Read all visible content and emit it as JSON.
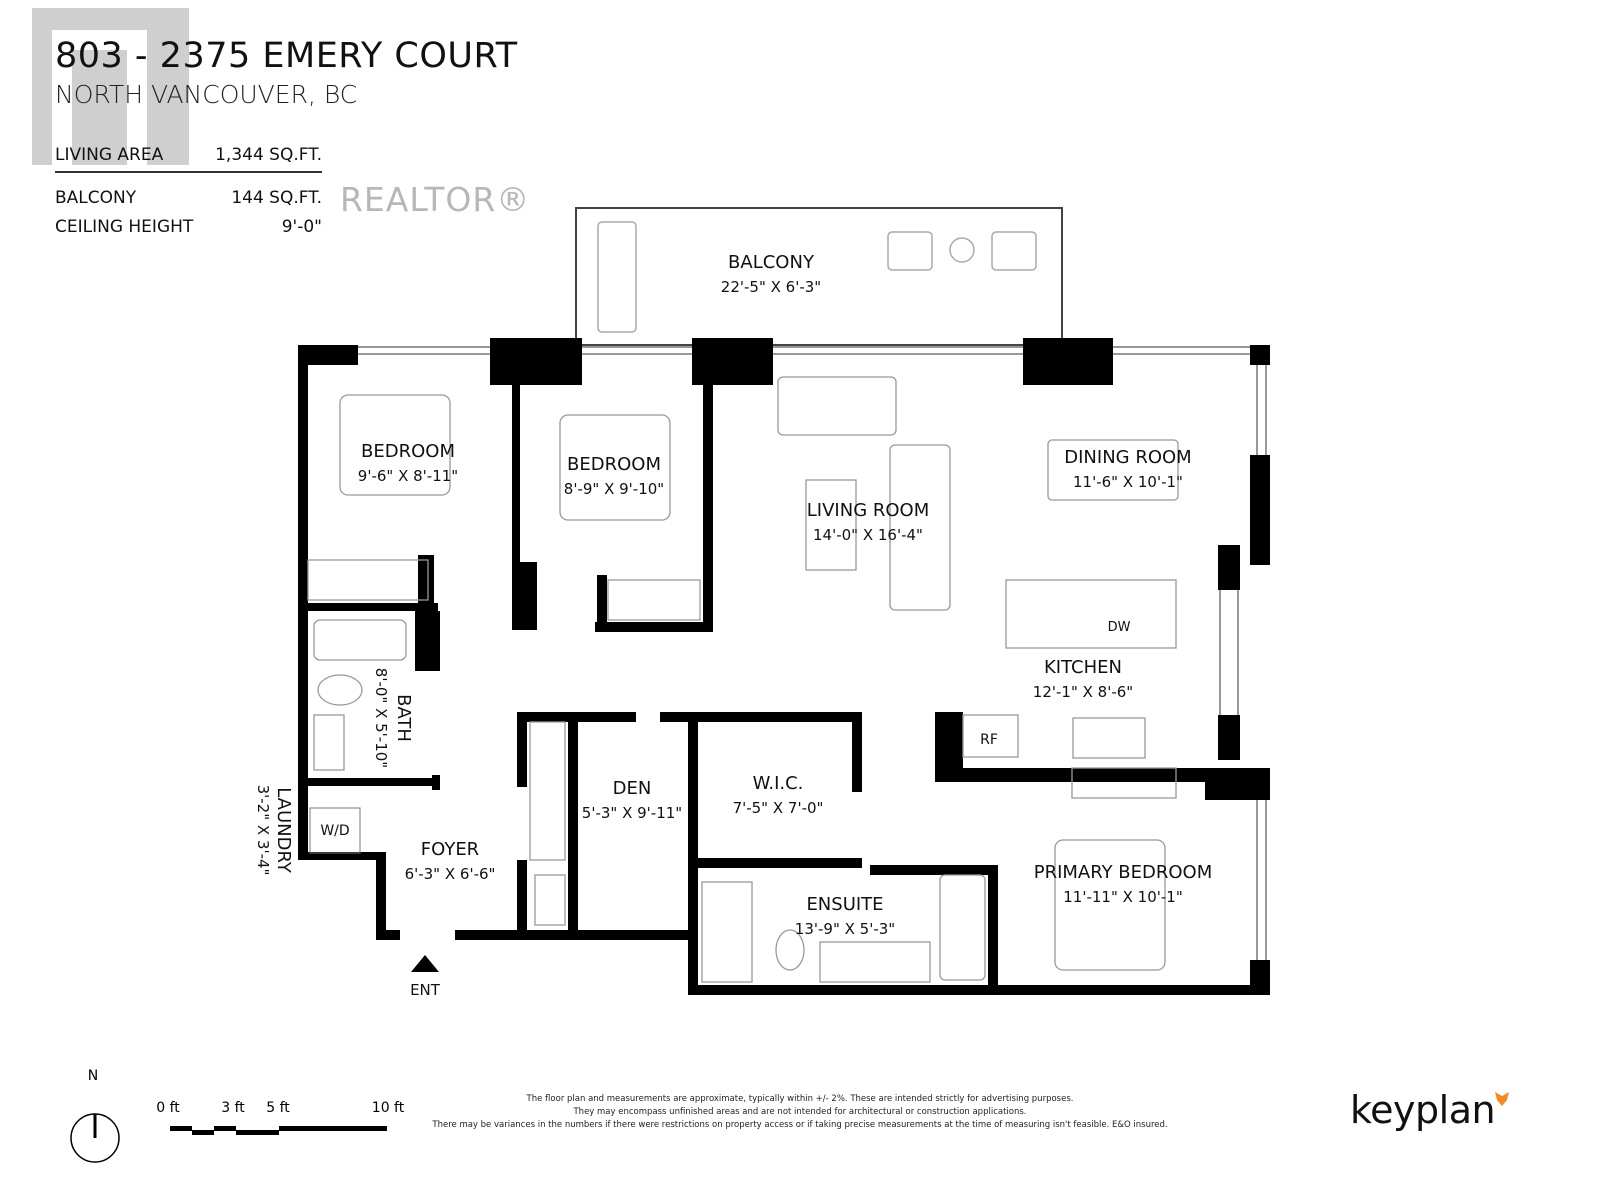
{
  "header": {
    "title": "803 - 2375 EMERY COURT",
    "subtitle": "NORTH VANCOUVER, BC",
    "stats": [
      {
        "label": "LIVING AREA",
        "value": "1,344 SQ.FT."
      },
      {
        "label": "BALCONY",
        "value": "144 SQ.FT."
      },
      {
        "label": "CEILING HEIGHT",
        "value": "9'-0\""
      }
    ]
  },
  "watermark": {
    "text": "REALTOR®"
  },
  "rooms": {
    "balcony": {
      "name": "BALCONY",
      "dims": "22'-5\"  X  6'-3\""
    },
    "bedroom1": {
      "name": "BEDROOM",
      "dims": "9'-6\"  X  8'-11\""
    },
    "bedroom2": {
      "name": "BEDROOM",
      "dims": "8'-9\"  X  9'-10\""
    },
    "living": {
      "name": "LIVING ROOM",
      "dims": "14'-0\"  X  16'-4\""
    },
    "dining": {
      "name": "DINING ROOM",
      "dims": "11'-6\"  X  10'-1\""
    },
    "kitchen": {
      "name": "KITCHEN",
      "dims": "12'-1\"  X  8'-6\""
    },
    "bath": {
      "name": "BATH",
      "dims": "8'-0\" X 5'-10\""
    },
    "laundry": {
      "name": "LAUNDRY",
      "dims": "3'-2\" X 3'-4\""
    },
    "foyer": {
      "name": "FOYER",
      "dims": "6'-3\" X 6'-6\""
    },
    "den": {
      "name": "DEN",
      "dims": "5'-3\" X 9'-11\""
    },
    "wic": {
      "name": "W.I.C.",
      "dims": "7'-5\"  X  7'-0\""
    },
    "ensuite": {
      "name": "ENSUITE",
      "dims": "13'-9\"  X  5'-3\""
    },
    "primary": {
      "name": "PRIMARY BEDROOM",
      "dims": "11'-11\"  X  10'-1\""
    }
  },
  "fixtures": {
    "dishwasher": "DW",
    "fridge": "RF",
    "washer_dryer": "W/D",
    "entry": "ENT"
  },
  "compass": {
    "label": "N"
  },
  "scale": {
    "ticks": [
      "0 ft",
      "3 ft",
      "5 ft",
      "10 ft"
    ]
  },
  "disclaimer": [
    "The floor plan and measurements are approximate, typically within +/- 2%. These are intended strictly for advertising purposes.",
    "They may encompass unfinished areas and are not intended for architectural or construction applications.",
    "There may be variances in the numbers if there were restrictions on property access or if taking precise measurements at the time of measuring isn't feasible. E&O insured."
  ],
  "brand": {
    "name": "keyplan",
    "accent": "#f08a24"
  }
}
